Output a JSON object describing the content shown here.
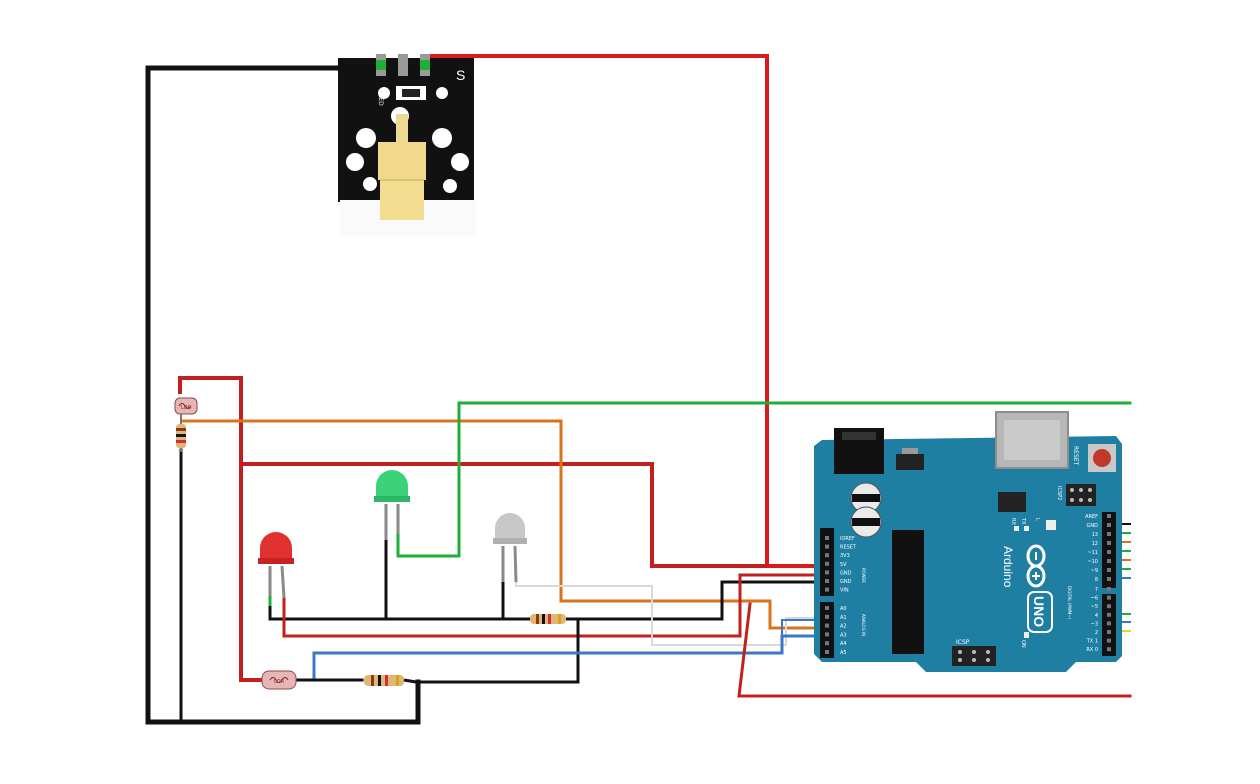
{
  "laser_module": {
    "signal_pin_label": "S",
    "led_label": "LED"
  },
  "arduino": {
    "brand": "Arduino",
    "model": "UNO",
    "reset_label": "RESET",
    "icsp_label": "ICSP",
    "icsp2_label": "ICSP2",
    "tx_label": "TX",
    "rx_label": "RX",
    "l_label": "L",
    "on_label": "ON",
    "power_header_title": "POWER",
    "analog_header_title": "ANALOG IN",
    "digital_header_title": "DIGITAL (PWM~)",
    "power_pins": [
      "IOREF",
      "RESET",
      "3V3",
      "5V",
      "GND",
      "GND",
      "VIN"
    ],
    "analog_pins": [
      "A0",
      "A1",
      "A2",
      "A3",
      "A4",
      "A5"
    ],
    "digital_top_pins": [
      "AREF",
      "GND",
      "13",
      "12",
      "~11",
      "~10",
      "~9",
      "8"
    ],
    "digital_bottom_pins": [
      "7",
      "~6",
      "~5",
      "4",
      "~3",
      "2",
      "TX 1",
      "RX 0"
    ]
  },
  "components": {
    "photoresistor_label": "LDR",
    "led_colors": {
      "red": "#e03030",
      "green": "#3bd27a",
      "white": "#c8c8c8"
    }
  },
  "wire_colors": {
    "red": "#d81b1b",
    "black": "#111111",
    "green": "#1fae37",
    "orange": "#d8731e",
    "blue": "#3a78c7",
    "white": "#d9d9d9",
    "yellow": "#e7d81b"
  }
}
